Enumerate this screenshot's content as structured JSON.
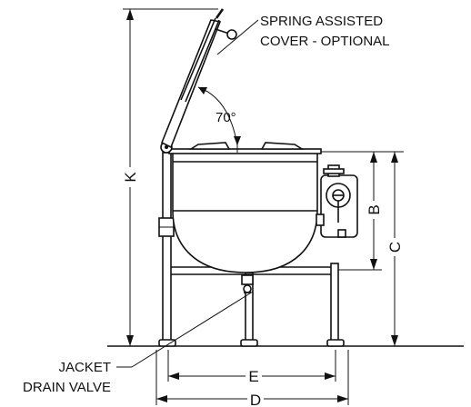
{
  "labels": {
    "cover_line1": "SPRING ASSISTED",
    "cover_line2": "COVER - OPTIONAL",
    "angle": "70°",
    "drain_line1": "JACKET",
    "drain_line2": "DRAIN VALVE"
  },
  "dimensions": {
    "k": "K",
    "b": "B",
    "c": "C",
    "e": "E",
    "d": "D"
  }
}
